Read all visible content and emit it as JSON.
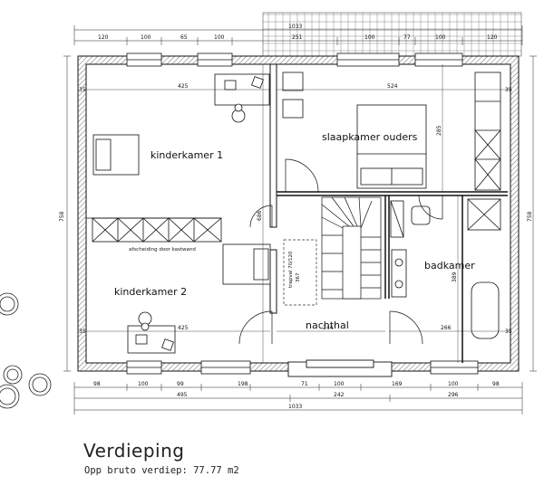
{
  "rooms": {
    "kinderkamer1": "kinderkamer 1",
    "kinderkamer2": "kinderkamer 2",
    "slaapkamer": "slaapkamer ouders",
    "badkamer": "badkamer",
    "nachthal": "nachthal",
    "afscheiding": "afscheiding door kastwand",
    "trapval": "trapval 70/120",
    "trap_dim": "367"
  },
  "dimensions": {
    "top_overall": "1033",
    "top_segments": [
      "120",
      "100",
      "65",
      "100",
      "251",
      "100",
      "77",
      "100",
      "120"
    ],
    "bottom_segments_a": [
      "98",
      "100",
      "99",
      "198",
      "71",
      "100",
      "169",
      "100",
      "98"
    ],
    "bottom_segments_b": [
      "495",
      "242",
      "296"
    ],
    "bottom_overall": "1033",
    "left_height": "758",
    "right_height": "758",
    "interior": [
      "425",
      "524",
      "425",
      "244",
      "266",
      "285",
      "389",
      "686",
      "35",
      "35",
      "35",
      "35"
    ]
  },
  "footer": {
    "title": "Verdieping",
    "subtitle": "Opp bruto verdiep: 77.77 m2"
  }
}
